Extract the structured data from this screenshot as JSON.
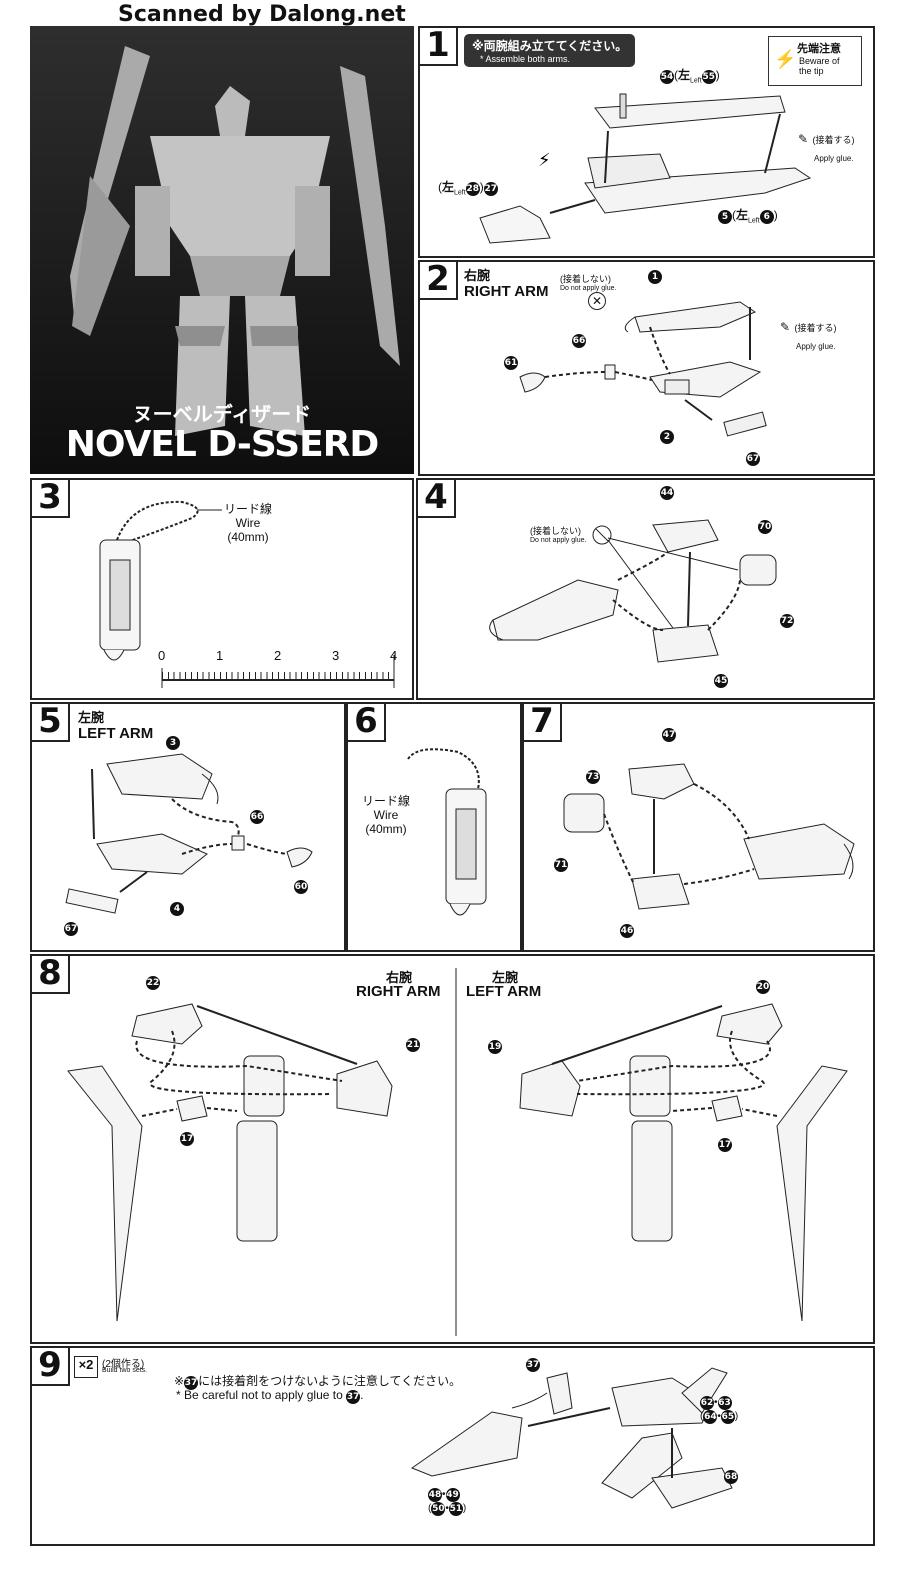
{
  "scan_credit": "Scanned by Dalong.net",
  "cover": {
    "title_jp": "ヌーベルディザード",
    "title_en": "NOVEL D-SSERD"
  },
  "step1": {
    "num": "1",
    "note_jp": "※両腕組み立ててください。",
    "note_en": "* Assemble both arms.",
    "beware_jp": "先端注意",
    "beware_en_1": "Beware of",
    "beware_en_2": "the tip",
    "glue_jp": "(接着する)",
    "glue_en": "Apply glue.",
    "left_kanji": "左",
    "left_en": "Left",
    "parts": [
      "54",
      "55",
      "28",
      "27",
      "5",
      "6"
    ]
  },
  "step2": {
    "num": "2",
    "arm_jp": "右腕",
    "arm_en": "RIGHT ARM",
    "noglue_jp": "(接着しない)",
    "noglue_en": "Do not apply glue.",
    "glue_jp": "(接着する)",
    "glue_en": "Apply glue.",
    "parts": [
      "1",
      "66",
      "61",
      "2",
      "67"
    ]
  },
  "step3": {
    "num": "3",
    "wire_jp": "リード線",
    "wire_en": "Wire",
    "wire_len": "(40mm)",
    "ruler_labels": [
      "0",
      "1",
      "2",
      "3",
      "4"
    ]
  },
  "step4": {
    "num": "4",
    "noglue_jp": "(接着しない)",
    "noglue_en": "Do not apply glue.",
    "parts": [
      "44",
      "70",
      "72",
      "45"
    ]
  },
  "step5": {
    "num": "5",
    "arm_jp": "左腕",
    "arm_en": "LEFT ARM",
    "parts": [
      "3",
      "66",
      "60",
      "4",
      "67"
    ]
  },
  "step6": {
    "num": "6",
    "wire_jp": "リード線",
    "wire_en": "Wire",
    "wire_len": "(40mm)"
  },
  "step7": {
    "num": "7",
    "parts": [
      "47",
      "73",
      "71",
      "46"
    ]
  },
  "step8": {
    "num": "8",
    "right_jp": "右腕",
    "right_en": "RIGHT ARM",
    "left_jp": "左腕",
    "left_en": "LEFT ARM",
    "parts_right": [
      "22",
      "21",
      "17"
    ],
    "parts_left": [
      "20",
      "19",
      "17"
    ]
  },
  "step9": {
    "num": "9",
    "times": "×2",
    "times_jp": "(2個作る)",
    "times_en": "Build two sets.",
    "note_jp_pre": "※",
    "note_jp": "には接着剤をつけないように注意してください。",
    "note_en": "* Be careful not to apply glue to",
    "parts": [
      "37",
      "62",
      "63",
      "64",
      "65",
      "48",
      "49",
      "50",
      "51",
      "68"
    ]
  }
}
